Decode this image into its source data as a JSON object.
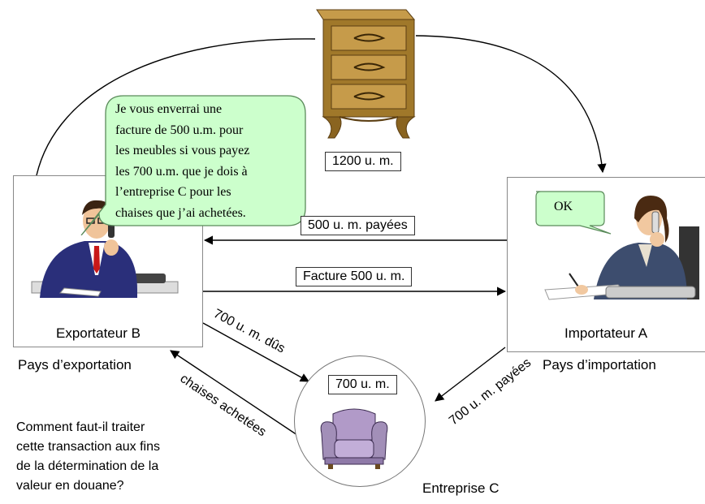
{
  "speech_bubble": {
    "lines": [
      "Je vous enverrai une",
      "facture de 500 u.m. pour",
      "les meubles  si vous payez",
      "les 700 u.m. que je dois à",
      "l’entreprise C pour les",
      "chaises que j’ai achetées."
    ]
  },
  "ok_bubble": "OK",
  "price_furniture": "1200 u. m.",
  "flows": {
    "paid_500": "500 u. m. payées",
    "invoice_500": "Facture 500 u. m.",
    "owed_700": "700 u. m. dûs",
    "paid_700": "700 u. m. payées",
    "chairs_bought": "chaises achetées"
  },
  "price_chair": "700 u. m.",
  "exporter": {
    "name": "Exportateur B",
    "country": "Pays d’exportation"
  },
  "importer": {
    "name": "Importateur A",
    "country": "Pays d’importation"
  },
  "company_c": {
    "name": "Entreprise C"
  },
  "question": [
    "Comment faut-il traiter",
    "cette transaction aux fins",
    "de la détermination de la",
    "valeur en douane?"
  ],
  "colors": {
    "bubble_fill": "#ccffcc",
    "bubble_stroke": "#5a8a5a",
    "wood": "#a0782a",
    "chair": "#a28fb8"
  }
}
